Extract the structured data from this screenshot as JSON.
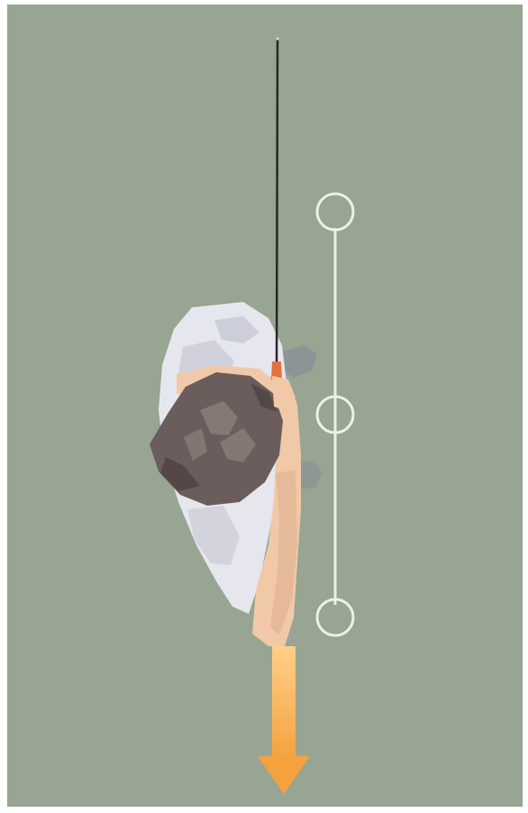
{
  "scene": {
    "description_icon": "golfer-top-view-illustration",
    "colors": {
      "background": "#97A592",
      "shirt": "#E6E7EE",
      "shirt_shadow": "#C9CBD6",
      "hair": "#6A5D5B",
      "hair_dark": "#4F4442",
      "hair_light": "#8A7C78",
      "skin": "#F1C9A8",
      "skin_shadow": "#E0B08E",
      "shaft": "#2B2726",
      "grip": "#E2733F",
      "guide_line": "#EEF0E8",
      "arrow_light": "#FFD08A",
      "arrow_dark": "#F5A23E",
      "shadow": "#8A8F95"
    },
    "guide_circles": 3,
    "arrow_direction": "down"
  }
}
